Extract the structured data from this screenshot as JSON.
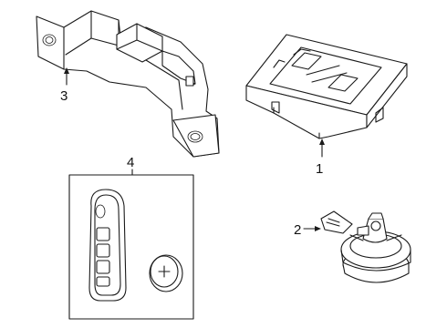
{
  "callouts": [
    {
      "id": "1",
      "label": "1",
      "part": "module-box"
    },
    {
      "id": "2",
      "label": "2",
      "part": "sensor-connector"
    },
    {
      "id": "3",
      "label": "3",
      "part": "bracket"
    },
    {
      "id": "4",
      "label": "4",
      "part": "key-fob-and-battery"
    }
  ],
  "colors": {
    "line": "#1a1a1a",
    "background": "#ffffff"
  }
}
